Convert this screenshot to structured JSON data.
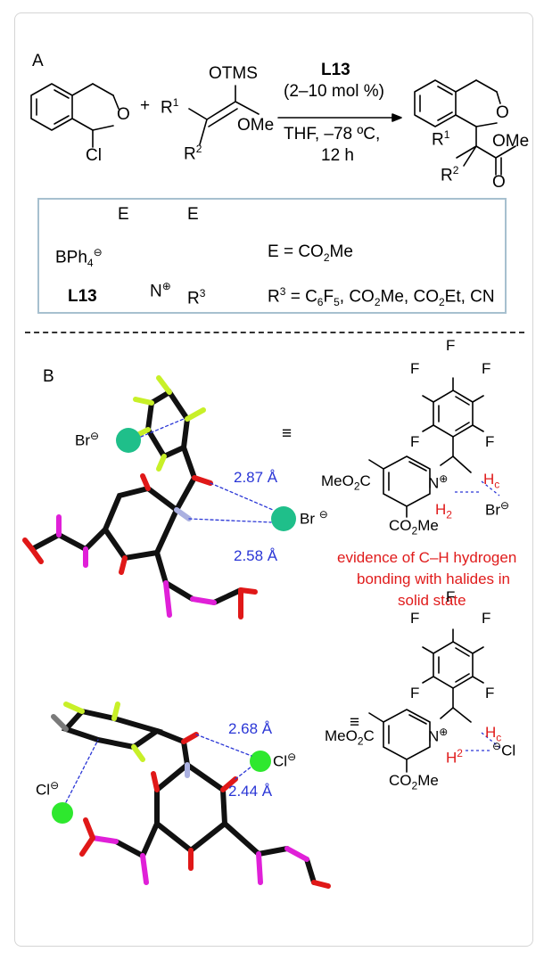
{
  "panel_a": {
    "label": "A",
    "reactant_substituent": "Cl",
    "reactant_o": "O",
    "plus": "+",
    "ketene_otms": "OTMS",
    "ketene_ome": "OMe",
    "r1": "R",
    "r1_sup": "1",
    "r2": "R",
    "r2_sup": "2",
    "catalyst": "L13",
    "loading": "(2–10 mol %)",
    "conditions_line1": "THF, –78 ºC,",
    "conditions_line2": "12 h",
    "product_o": "O",
    "product_r1": "R",
    "product_r1_sup": "1",
    "product_r2": "R",
    "product_r2_sup": "2",
    "product_ome": "OMe",
    "product_carbonyl_o": "O"
  },
  "legend": {
    "counterion": "BPh",
    "counterion_sub": "4",
    "counterion_charge": "⊖",
    "catalyst_label": "L13",
    "e_left": "E",
    "e_right": "E",
    "n_atom": "N",
    "n_charge": "⊕",
    "r3": "R",
    "r3_sup": "3",
    "e_definition_pre": "E = CO",
    "e_definition_sub": "2",
    "e_definition_post": "Me",
    "r3_definition": "R",
    "r3_definition_sup": "3",
    "r3_list_a": " = C",
    "r3_list_a_sub1": "6",
    "r3_list_a_mid": "F",
    "r3_list_a_sub2": "5",
    "r3_list_b": ", CO",
    "r3_list_b_sub": "2",
    "r3_list_c": "Me, CO",
    "r3_list_c_sub": "2",
    "r3_list_d": "Et, CN"
  },
  "panel_b": {
    "label": "B",
    "br_anion_1": "Br",
    "br_anion_2": "Br",
    "charge_minus": "⊖",
    "distance_1": "2.87 Å",
    "distance_2": "2.58 Å",
    "equiv": "≡",
    "f": "F",
    "meo2c_pre": "MeO",
    "meo2c_sub": "2",
    "meo2c_post": "C",
    "co2me_pre": "CO",
    "co2me_sub": "2",
    "co2me_post": "Me",
    "n_atom": "N",
    "n_charge": "⊕",
    "hc": "H",
    "hc_sub": "c",
    "h2": "H",
    "h2_sub": "2",
    "br_right": "Br",
    "evidence_line1": "evidence of C–H hydrogen",
    "evidence_line2": "bonding with halides in",
    "evidence_line3": "solid state",
    "cl_anion_1": "Cl",
    "cl_anion_2": "Cl",
    "distance_3": "2.68 Å",
    "distance_4": "2.44 Å",
    "h2_sup": "2",
    "cl_right": "Cl"
  },
  "colors": {
    "bond": "#111111",
    "oxygen": "#e01818",
    "nitrogen": "#aab0e0",
    "fluorine": "#c8f028",
    "carbon_methyl": "#e020d8",
    "bromide": "#1fbf8a",
    "chloride": "#2ee82e",
    "hbond": "#2a36d6",
    "note": "#e01b1b",
    "box_border": "#a7c0cf"
  }
}
